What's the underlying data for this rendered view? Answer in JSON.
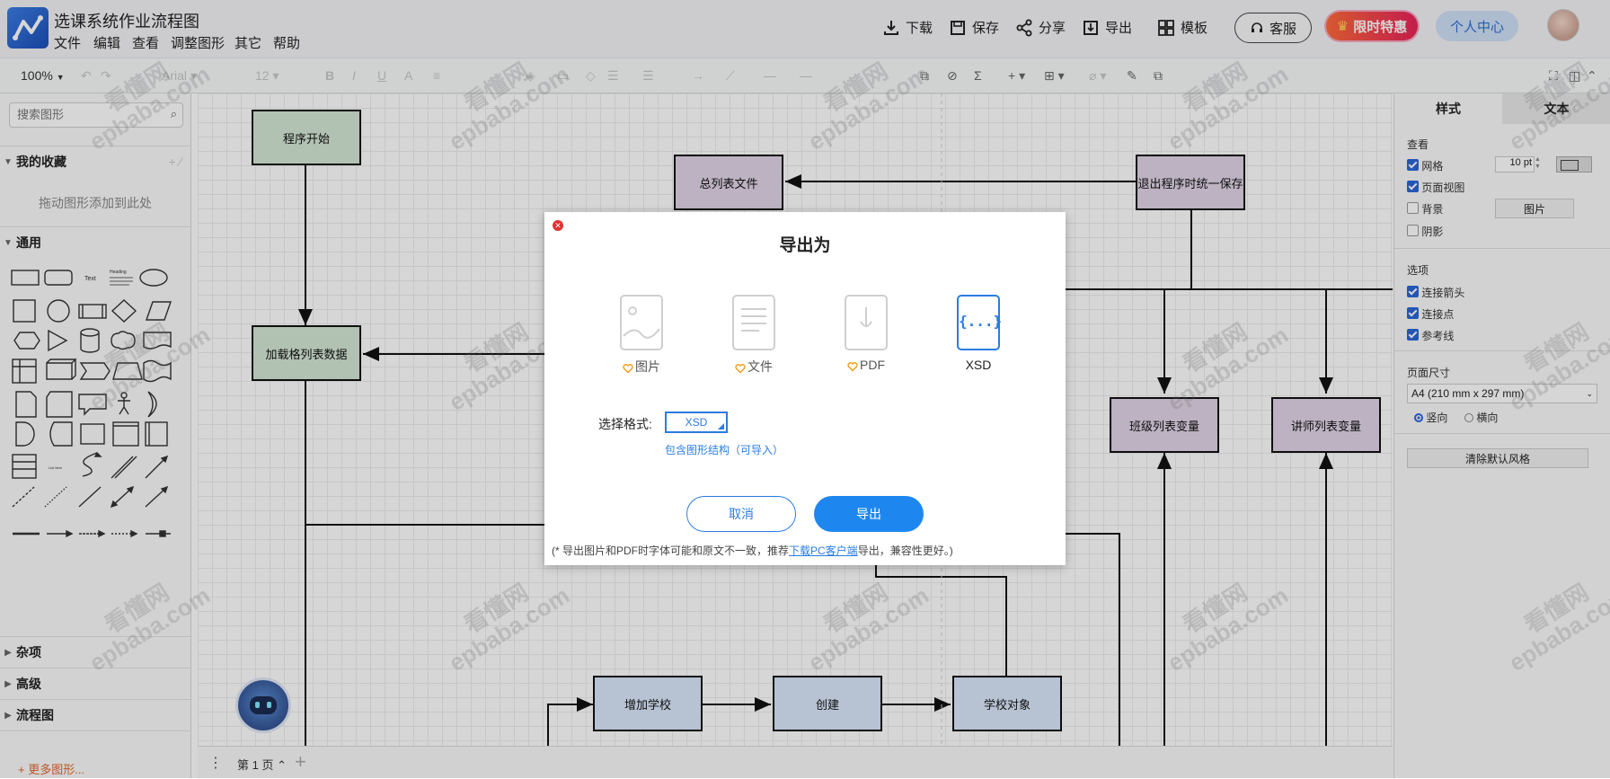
{
  "app": {
    "title": "选课系统作业流程图",
    "menu": [
      "文件",
      "编辑",
      "查看",
      "调整图形",
      "其它",
      "帮助"
    ],
    "actions": {
      "download": "下载",
      "save": "保存",
      "share": "分享",
      "export": "导出",
      "template": "模板"
    },
    "support": "客服",
    "promo": "限时特惠",
    "profile": "个人中心"
  },
  "toolbar": {
    "zoom": "100%",
    "font_family": "Arial",
    "font_size": "12"
  },
  "left_panel": {
    "search_placeholder": "搜索图形",
    "sections": {
      "favorites": "我的收藏",
      "general": "通用",
      "misc": "杂项",
      "advanced": "高级",
      "flowchart": "流程图"
    },
    "favorites_hint": "拖动图形添加到此处",
    "shape_labels": {
      "text": "Text",
      "heading": "Heading",
      "list_item": "List Item"
    },
    "more_shapes": "更多图形..."
  },
  "canvas": {
    "nodes": {
      "start": "程序开始",
      "load_list": "加载格列表数据",
      "total_list_file": "总列表文件",
      "exit_save": "退出程序时统一保存",
      "class_list_var": "班级列表变量",
      "teacher_list_var": "讲师列表变量",
      "add_school": "增加学校",
      "create": "创建",
      "school_object": "学校对象"
    }
  },
  "page_tabs": {
    "page1": "第 1 页"
  },
  "right_panel": {
    "tabs": {
      "style": "样式",
      "text": "文本"
    },
    "view": {
      "heading": "查看",
      "grid": "网格",
      "grid_size": "10 pt",
      "page_view": "页面视图",
      "background": "背景",
      "image_button": "图片",
      "shadow": "阴影"
    },
    "options": {
      "heading": "选项",
      "connect_arrows": "连接箭头",
      "connect_points": "连接点",
      "guides": "参考线"
    },
    "page_size": {
      "heading": "页面尺寸",
      "value": "A4 (210 mm x 297 mm)",
      "portrait": "竖向",
      "landscape": "横向"
    },
    "reset_style": "清除默认风格"
  },
  "dialog": {
    "title": "导出为",
    "formats": {
      "image": "图片",
      "file": "文件",
      "pdf": "PDF",
      "xsd": "XSD",
      "xsd_icon": "{...}"
    },
    "selected_format": "XSD",
    "choose_label": "选择格式:",
    "include_structure": "包含图形结构（可导入）",
    "cancel": "取消",
    "export": "导出",
    "note_prefix": "(* 导出图片和PDF时字体可能和原文不一致，推荐",
    "note_link": "下载PC客户端",
    "note_suffix": "导出，兼容性更好。)"
  },
  "watermark": {
    "cn": "看懂网",
    "en": "epbaba.com"
  },
  "colors": {
    "accent": "#1e87ef",
    "promo": "#e9235b",
    "node_green": "#d5e8d4",
    "node_purple": "#e1d5e7",
    "node_blue": "#dae8fc"
  }
}
